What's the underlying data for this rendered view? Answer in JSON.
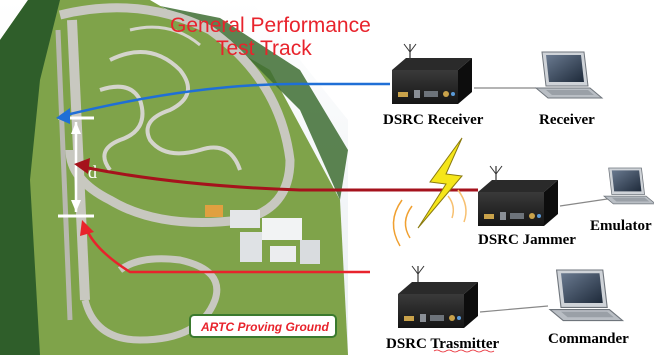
{
  "track": {
    "title_line1": "General Performance",
    "title_line2": "Test Track",
    "badge": "ARTC Proving Ground",
    "distance_mark": "d"
  },
  "devices": {
    "dsrc_receiver": "DSRC Receiver",
    "receiver_laptop": "Receiver",
    "dsrc_jammer": "DSRC Jammer",
    "emulator_laptop": "Emulator",
    "dsrc_transmitter": "DSRC Trasmitter",
    "commander_laptop": "Commander"
  },
  "colors": {
    "title_red": "#e8232c",
    "receiver_arrow": "#1f6fd6",
    "jammer_arrow": "#a5121c",
    "transmitter_arrow": "#e8232c",
    "lightning": "#f5e61a",
    "signal_arcs": "#f0a030",
    "grass": "#7fa34a",
    "forest": "#2f5e2a"
  },
  "icons": {
    "radio_box": "dsrc-radio-box-icon",
    "laptop": "laptop-icon",
    "antenna": "antenna-icon",
    "lightning": "lightning-bolt-icon"
  }
}
